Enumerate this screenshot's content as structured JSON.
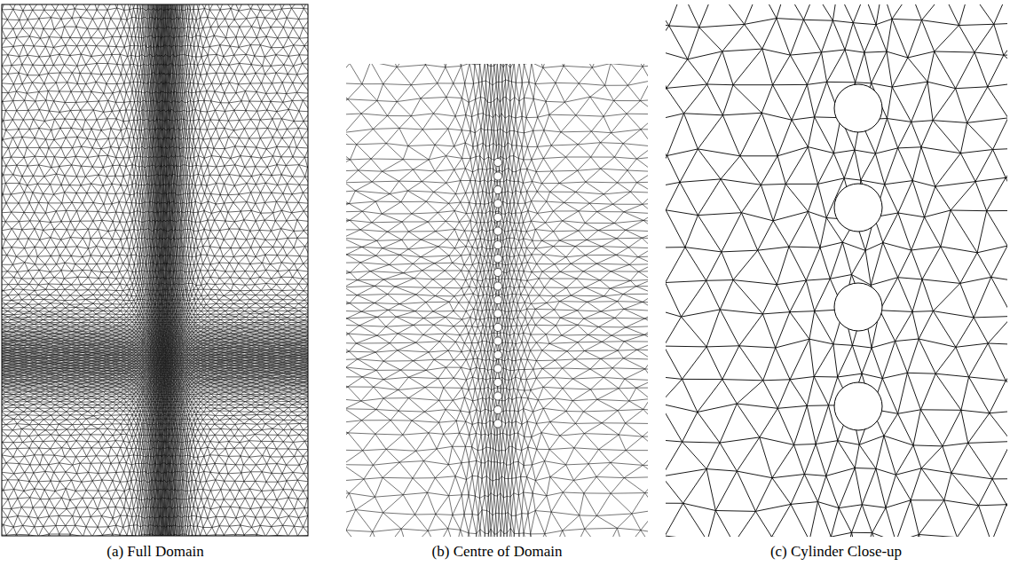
{
  "diagram": {
    "labels": [
      "(a) Full Domain",
      "(b) Centre of Domain",
      "(c) Cylinder Close-up"
    ]
  }
}
